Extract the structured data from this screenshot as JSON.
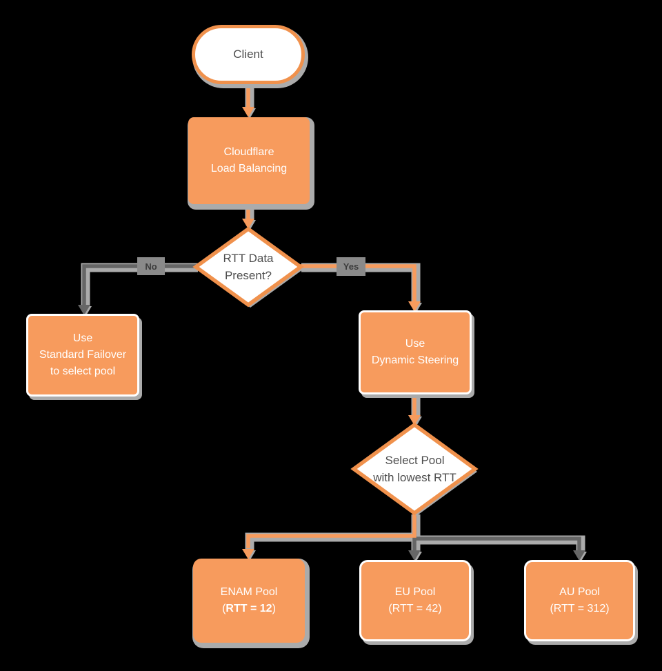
{
  "nodes": {
    "client": {
      "label": "Client"
    },
    "cloudflare": {
      "line1": "Cloudflare",
      "line2": "Load Balancing"
    },
    "rtt_decision": {
      "line1": "RTT Data",
      "line2": "Present?"
    },
    "failover": {
      "line1": "Use",
      "line2": "Standard Failover",
      "line3": "to select pool"
    },
    "dynamic": {
      "line1": "Use",
      "line2": "Dynamic Steering"
    },
    "pool_decision": {
      "line1": "Select Pool",
      "line2": "with lowest RTT"
    },
    "enam": {
      "line1": "ENAM Pool",
      "line2_prefix": "(",
      "line2_bold": "RTT = 12",
      "line2_suffix": ")"
    },
    "eu": {
      "line1": "EU Pool",
      "line2": "(RTT = 42)"
    },
    "au": {
      "line1": "AU Pool",
      "line2": "(RTT = 312)"
    }
  },
  "edges": {
    "no_label": "No",
    "yes_label": "Yes"
  },
  "colors": {
    "background": "#000000",
    "orange_fill": "#F79B5D",
    "orange_stroke": "#F0914C",
    "gray_line": "#666666",
    "shadow": "#ABABAB",
    "text_dark": "#4D4D4D",
    "text_light": "#FFFFFF",
    "label_bg": "#8A8A8A",
    "label_text": "#3B3B3B"
  }
}
